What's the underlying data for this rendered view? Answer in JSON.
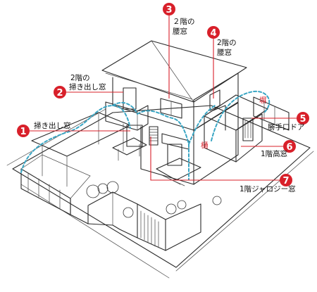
{
  "callouts": [
    {
      "num": "1",
      "label": "掃き出し窓"
    },
    {
      "num": "2",
      "label_line1": "2階の",
      "label_line2": "掃き出し窓"
    },
    {
      "num": "3",
      "label_line1": "２階の",
      "label_line2": "腰窓"
    },
    {
      "num": "4",
      "label_line1": "2階の",
      "label_line2": "腰窓"
    },
    {
      "num": "5",
      "label": "勝手口ドア"
    },
    {
      "num": "6",
      "label": "1階高窓"
    },
    {
      "num": "7",
      "label": "1階ジャロジー窓"
    }
  ],
  "annotations": {
    "hei": "塀",
    "toi": "樋"
  },
  "colors": {
    "badge": "#d8202a",
    "route": "#3aa6c4",
    "line": "#2a2a2a"
  }
}
